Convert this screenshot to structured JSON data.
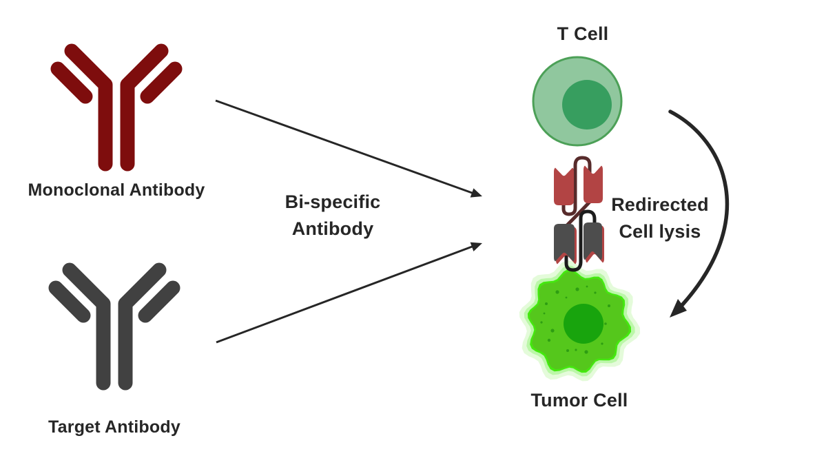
{
  "diagram": {
    "labels": {
      "monoclonal_antibody": "Monoclonal Antibody",
      "target_antibody": "Target Antibody",
      "bispecific_line1": "Bi-specific",
      "bispecific_line2": "Antibody",
      "t_cell": "T Cell",
      "redirected_line1": "Redirected",
      "redirected_line2": "Cell lysis",
      "tumor_cell": "Tumor Cell"
    },
    "colors": {
      "monoclonal_red": "#7E0D0D",
      "target_gray": "#414141",
      "scfv_red": "#B24444",
      "linker_maroon": "#572B2B",
      "scfv_gray": "#4D4D4D",
      "linker_black": "#1C1C1C",
      "tcell_body": "#90C79E",
      "tcell_border": "#4CA057",
      "tcell_nucleus": "#379E5F",
      "tumor_body": "#55C71C",
      "tumor_ring": "#44E80F",
      "tumor_halo_inner": "#BBF7A8",
      "tumor_halo_outer": "#E4FBDA",
      "tumor_nucleus": "#18A40D",
      "tumor_speckle": "#2E9E12",
      "arrow_black": "#262626",
      "text": "#262626"
    }
  }
}
